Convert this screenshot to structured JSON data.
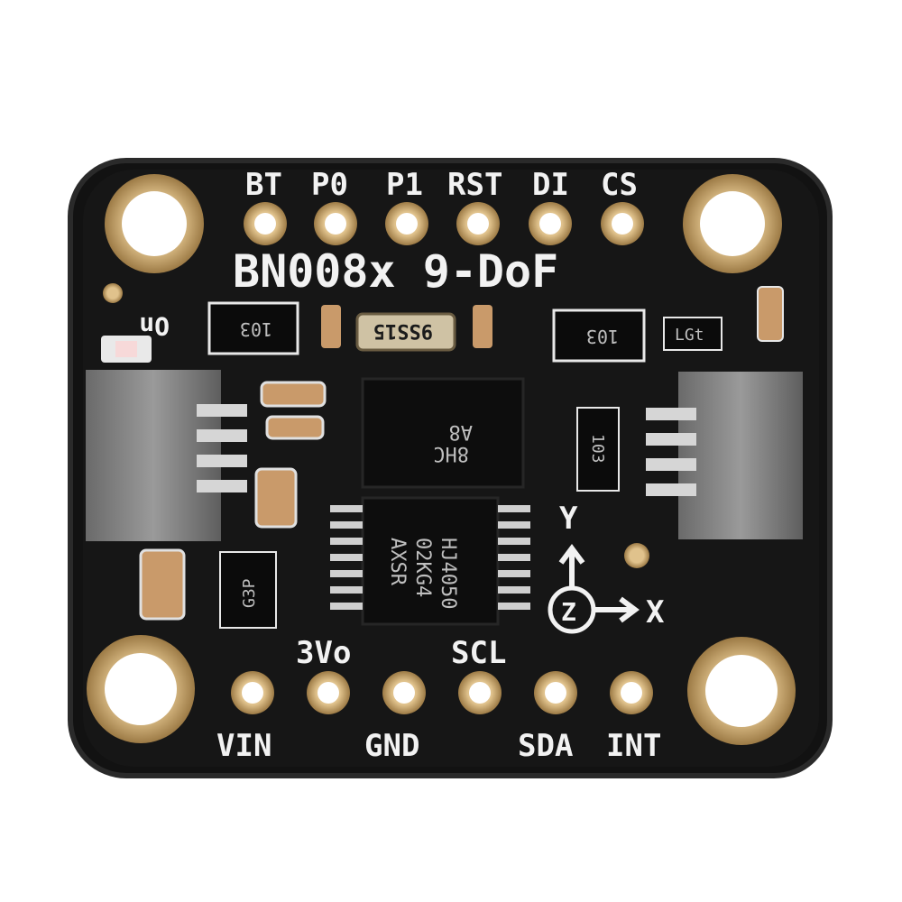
{
  "board": {
    "title": "BN008x 9-DoF",
    "top_pins": [
      "BT",
      "P0",
      "P1",
      "RST",
      "DI",
      "CS"
    ],
    "bottom_pins_lower": [
      "VIN",
      "GND",
      "SDA",
      "INT"
    ],
    "bottom_pins_upper": [
      "3Vo",
      "SCL"
    ],
    "on_label": "On",
    "axes": {
      "y": "Y",
      "x": "X",
      "z": "Z"
    },
    "chip_main": [
      "A8",
      "8HC"
    ],
    "chip_driver": [
      "HJ4050",
      "02KG4",
      "AXSR"
    ],
    "crystal_label": "9SS15",
    "resistor_left": "103",
    "resistor_right": "103",
    "resistor_mid": "103",
    "lgt_label": "LGt",
    "regulator_label": "G3P"
  },
  "colors": {
    "pcb": "#111111",
    "gold": "#c9a46a",
    "silkscreen": "#f2f2f2"
  }
}
